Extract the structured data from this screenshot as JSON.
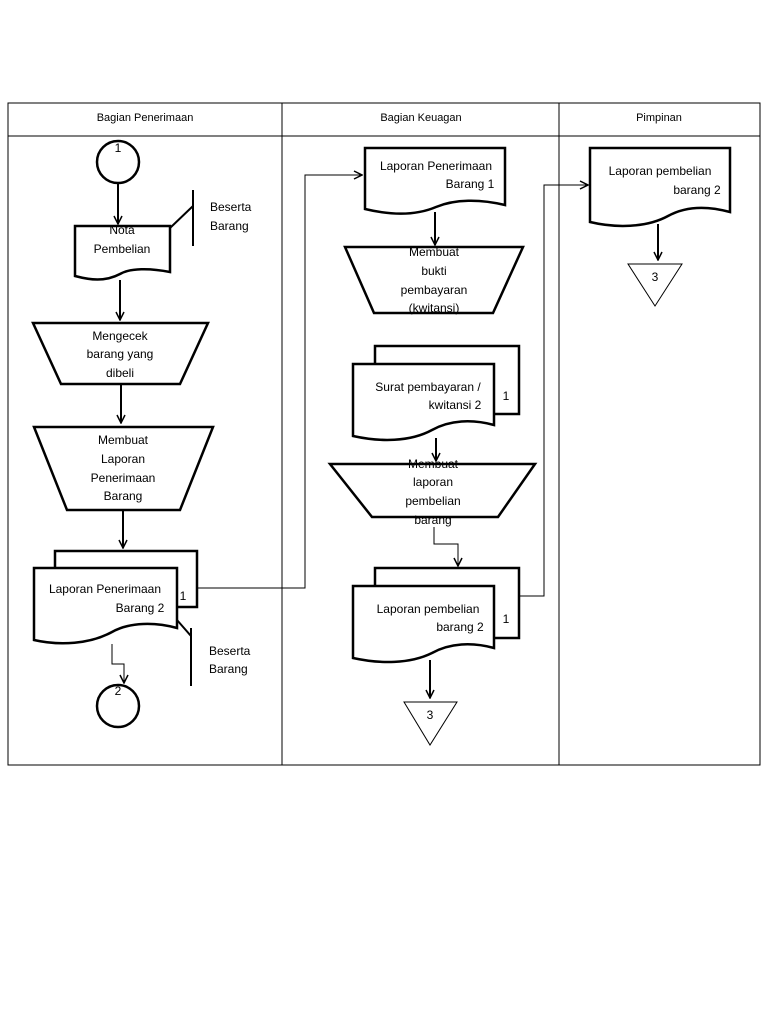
{
  "lanes": [
    {
      "title": "Bagian Penerimaan"
    },
    {
      "title": "Bagian Keuagan"
    },
    {
      "title": "Pimpinan"
    }
  ],
  "penerimaan": {
    "connector_start": "1",
    "nota": [
      "Nota",
      "Pembelian"
    ],
    "annotation_1": [
      "Beserta",
      "Barang"
    ],
    "mengecek": [
      "Mengecek",
      "barang yang",
      "dibeli"
    ],
    "membuat_laporan": [
      "Membuat",
      "Laporan",
      "Penerimaan",
      "Barang"
    ],
    "laporan_doc": [
      "Laporan Penerimaan",
      "Barang 2"
    ],
    "laporan_copy": "1",
    "annotation_2": [
      "Beserta",
      "Barang"
    ],
    "connector_end": "2"
  },
  "keuangan": {
    "laporan_doc": [
      "Laporan Penerimaan",
      "Barang 1"
    ],
    "membuat_bukti": [
      "Membuat",
      "bukti",
      "pembayaran",
      "(kwitansi)"
    ],
    "surat_doc": [
      "Surat pembayaran /",
      "kwitansi  2"
    ],
    "surat_copy": "1",
    "membuat_laporan": [
      "Membuat",
      "laporan",
      "pembelian",
      "barang"
    ],
    "laporan_pembelian": [
      "Laporan pembelian",
      "barang 2"
    ],
    "laporan_copy": "1",
    "archive": "3"
  },
  "pimpinan": {
    "laporan_doc": [
      "Laporan pembelian",
      "barang 2"
    ],
    "archive": "3"
  }
}
